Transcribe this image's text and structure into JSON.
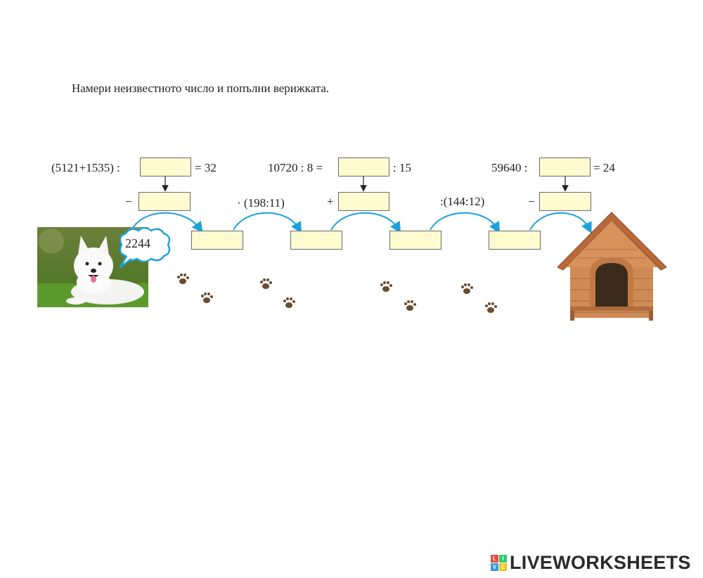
{
  "instruction": "Намери неизвестното число и попълни верижката.",
  "top_row": {
    "expr1_left": "(5121+1535) :",
    "expr1_right": "= 32",
    "expr2_left": "10720 : 8 =",
    "expr2_right": ": 15",
    "expr3_left": "59640 :",
    "expr3_right": "= 24"
  },
  "operators": {
    "op1": "−",
    "op2": "· (198:11)",
    "op3": "+",
    "op4": ":(144:12)",
    "op5": "−"
  },
  "dog": {
    "start_value": "2244"
  },
  "brand": {
    "text": "LIVEWORKSHEETS",
    "logo_letters": [
      "L",
      "I",
      "V",
      "E"
    ],
    "logo_colors": [
      "#e84c3d",
      "#2ecc71",
      "#3498db",
      "#f1c40f"
    ]
  }
}
